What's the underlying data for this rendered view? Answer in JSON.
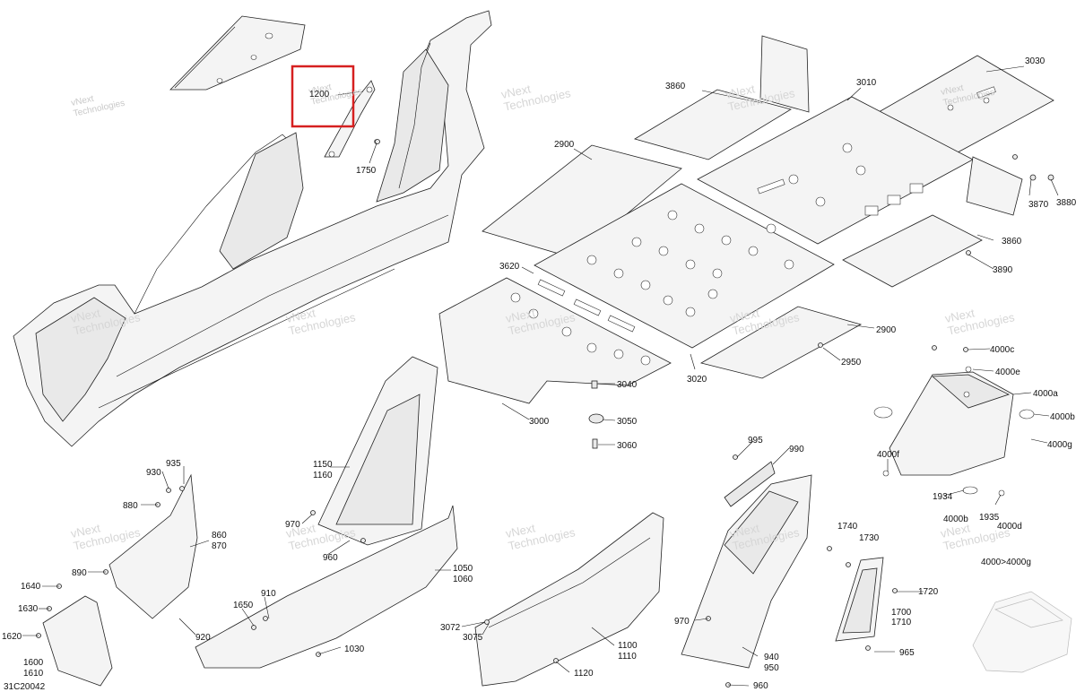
{
  "diagram_id": "31C20042",
  "highlight_color": "#d62020",
  "watermark": {
    "line1": "vNext",
    "line2": "Technologies"
  },
  "callouts": {
    "c1200": "1200",
    "c1750": "1750",
    "c3030": "3030",
    "c3860a": "3860",
    "c3010": "3010",
    "c2900a": "2900",
    "c3870": "3870",
    "c3880": "3880",
    "c3860b": "3860",
    "c3890": "3890",
    "c3620": "3620",
    "c2900b": "2900",
    "c2950": "2950",
    "c3020": "3020",
    "c3040": "3040",
    "c3000": "3000",
    "c3050": "3050",
    "c3060": "3060",
    "c4000c": "4000c",
    "c4000e": "4000e",
    "c4000a": "4000a",
    "c4000b": "4000b",
    "c4000g": "4000g",
    "c4000f": "4000f",
    "c1934": "1934",
    "c4000bb": "4000b",
    "c1935": "1935",
    "c4000d": "4000d",
    "c4000range": "4000>4000g",
    "c995": "995",
    "c990": "990",
    "c1740": "1740",
    "c1730": "1730",
    "c1720": "1720",
    "c1700": "1700",
    "c1710": "1710",
    "c965": "965",
    "c970b": "970",
    "c940": "940",
    "c950": "950",
    "c960b": "960",
    "c1100": "1100",
    "c1110": "1110",
    "c1120": "1120",
    "c3072": "3072",
    "c3075": "3075",
    "c1050": "1050",
    "c1060": "1060",
    "c1030": "1030",
    "c1150": "1150",
    "c1160": "1160",
    "c970a": "970",
    "c960a": "960",
    "c935": "935",
    "c930": "930",
    "c880": "880",
    "c860": "860",
    "c870": "870",
    "c890": "890",
    "c910": "910",
    "c1650": "1650",
    "c920": "920",
    "c1640": "1640",
    "c1630": "1630",
    "c1620": "1620",
    "c1600": "1600",
    "c1610": "1610"
  }
}
